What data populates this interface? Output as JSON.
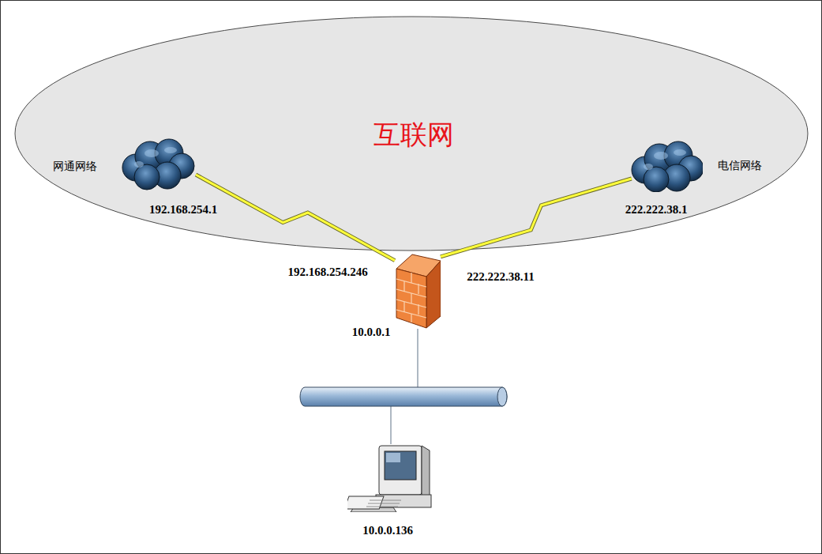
{
  "diagram": {
    "nodes": [
      {
        "text": [
          "互联网"
        ]
      },
      {
        "text": [
          "网通网络",
          "192.168.254.1"
        ],
        "in": 0
      },
      {
        "text": [
          "电信网络",
          "222.222.38.1"
        ],
        "in": 0
      },
      {
        "text": [
          "192.168.254.246",
          "222.222.38.11",
          "10.0.0.1"
        ]
      },
      {
        "text": [
          "10.0.0.136"
        ]
      }
    ],
    "edges": [
      {
        "from": 1,
        "to": 3,
        "arrow": "none"
      },
      {
        "from": 2,
        "to": 3,
        "arrow": "none"
      },
      {
        "from": 3,
        "to": 4,
        "arrow": "none"
      }
    ]
  }
}
